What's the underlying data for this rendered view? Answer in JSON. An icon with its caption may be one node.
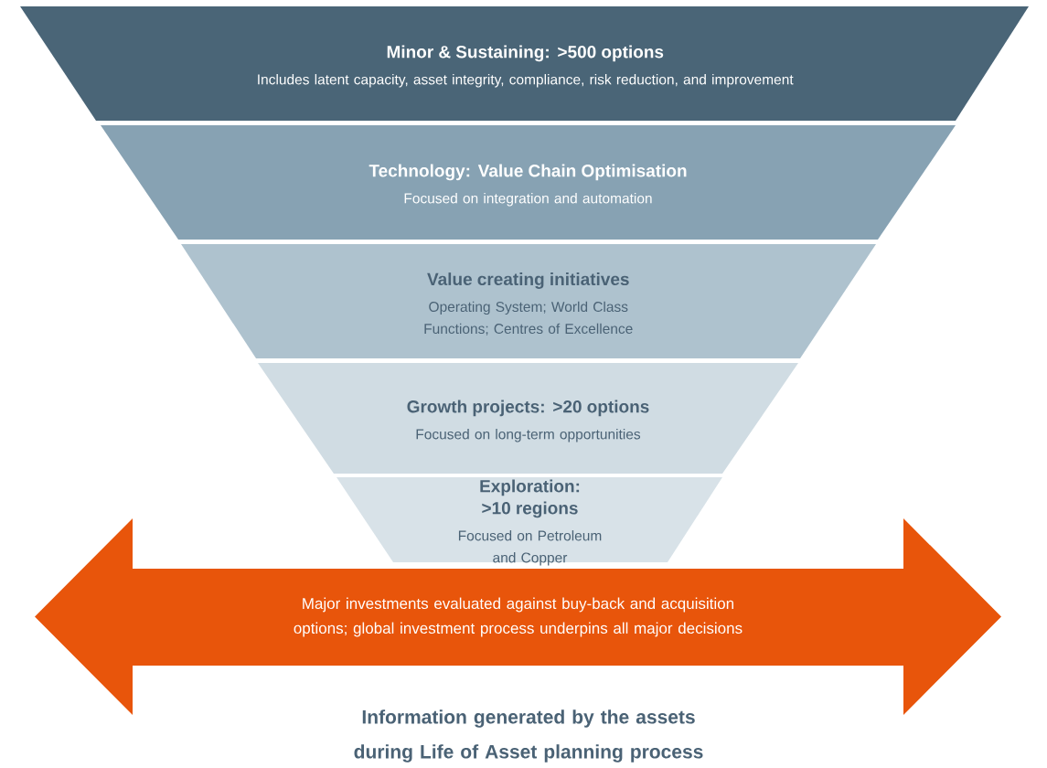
{
  "diagram": {
    "nodes": [
      {
        "text": [
          "Minor & Sustaining: >500 options",
          "Includes latent capacity, asset integrity, compliance, risk reduction, and improvement"
        ]
      },
      {
        "text": [
          "Technology: Value Chain Optimisation",
          "Focused on integration and automation"
        ]
      },
      {
        "text": [
          "Value creating initiatives",
          "Operating System; World Class Functions; Centres of Excellence"
        ]
      },
      {
        "text": [
          "Growth projects: >20 options",
          "Focused on long-term opportunities"
        ]
      },
      {
        "text": [
          "Exploration: >10 regions",
          "Focused on Petroleum and Copper"
        ]
      },
      {
        "text": [
          "Major investments evaluated against buy-back and acquisition options; global investment process underpins all major decisions"
        ]
      }
    ],
    "labels": [
      "Information generated by the assets during Life of Asset planning process"
    ]
  }
}
